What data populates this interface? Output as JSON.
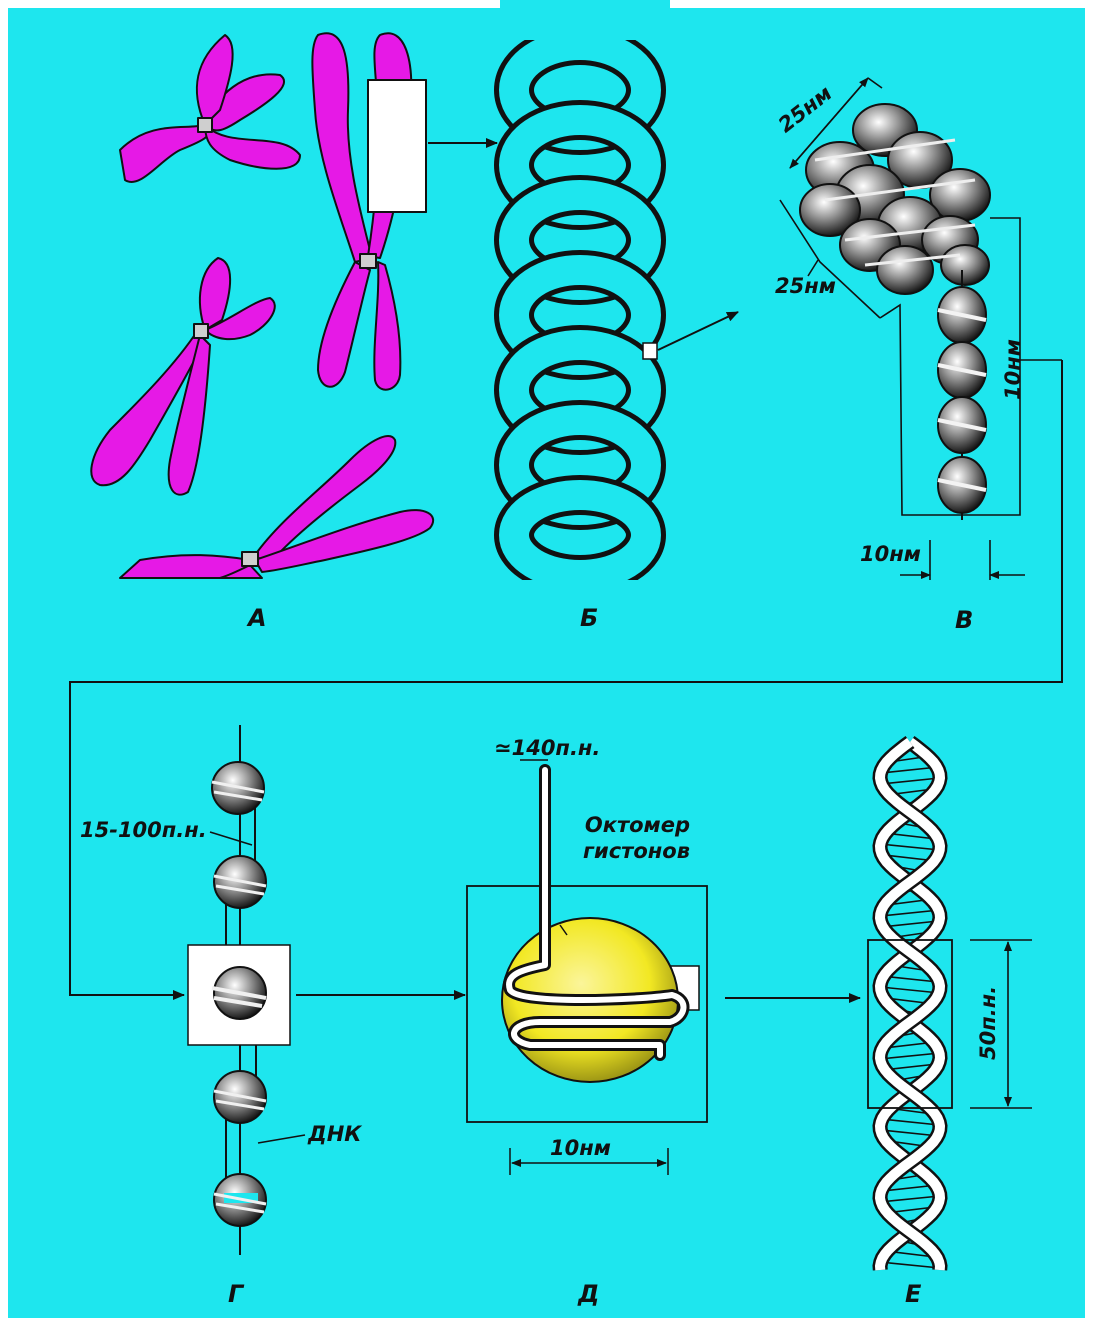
{
  "colors": {
    "background": "#1ee6ee",
    "chromosome": "#e619e6",
    "chromatin_fiber": "#1ee6ee",
    "nucleosome_core": "#f2e823",
    "outline": "#111111",
    "box_fill": "#ffffff"
  },
  "panels": {
    "a": "А",
    "b": "Б",
    "v": "В",
    "g": "Г",
    "d": "Д",
    "e": "Е"
  },
  "annotations": {
    "fiber_width_top": "25нм",
    "fiber_width_side": "25нм",
    "nucleosome_chain_height": "10нм",
    "nucleosome_diameter_v": "10нм",
    "linker_length": "15-100п.н.",
    "dna": "ДНК",
    "wrapped_length": "≃140п.н.",
    "histone_octamer": "Октомер гистонов",
    "core_diameter": "10нм",
    "helix_segment": "50п.н."
  }
}
